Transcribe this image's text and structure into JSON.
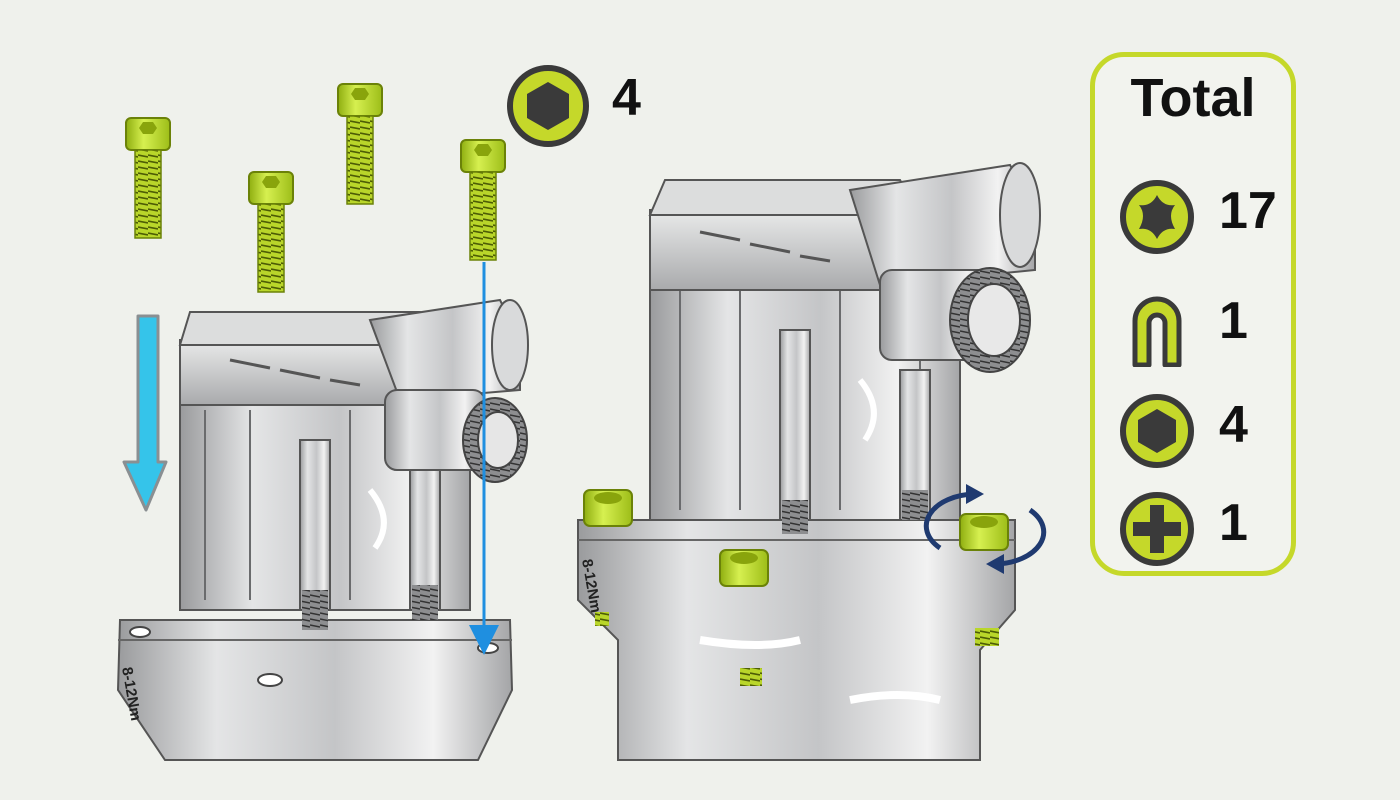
{
  "step": {
    "hex_bit_count": "4"
  },
  "total": {
    "title": "Total",
    "items": [
      {
        "icon": "torx-bit-icon",
        "count": "17"
      },
      {
        "icon": "u-clip-icon",
        "count": "1"
      },
      {
        "icon": "hex-bit-icon",
        "count": "4"
      },
      {
        "icon": "phillips-bit-icon",
        "count": "1"
      }
    ]
  },
  "colors": {
    "accent_green": "#c5d82a",
    "screw_green": "#bde12a",
    "arrow_cyan": "#35c4ea",
    "line_blue": "#1f8fe0",
    "rotate_navy": "#1f3a70",
    "body_grey": "#c8c9ca"
  }
}
